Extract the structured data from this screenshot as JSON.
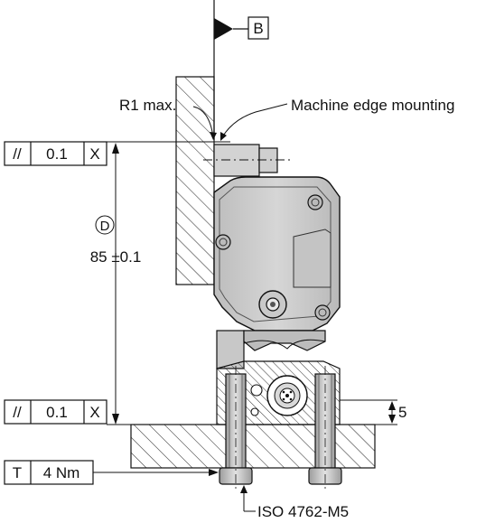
{
  "datum_top": "B",
  "callouts": {
    "radius_note": "R1 max.",
    "mounting_note": "Machine edge mounting"
  },
  "tolerance_frames": [
    {
      "symbol": "//",
      "value": "0.1",
      "datum": "X"
    },
    {
      "symbol": "//",
      "value": "0.1",
      "datum": "X"
    }
  ],
  "dimension": {
    "marker": "D",
    "value": "85 ±0.1",
    "side_value": "5"
  },
  "torque_frame": {
    "symbol": "T",
    "value": "4 Nm"
  },
  "screw_label": "ISO 4762-M5",
  "colors": {
    "line": "#111111",
    "device_fill": "#cfcfcf",
    "device_dark": "#9a9a9a",
    "hatch": "#333333"
  }
}
